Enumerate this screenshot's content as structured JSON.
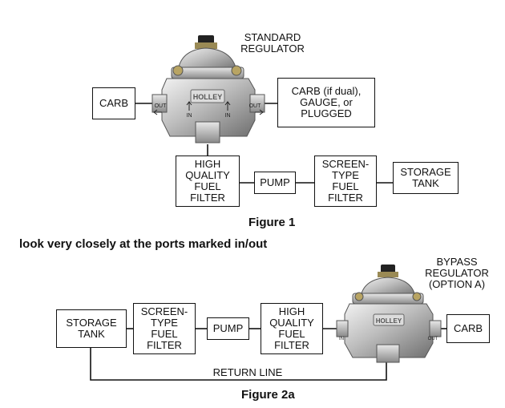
{
  "figure1": {
    "regulator_label": "STANDARD\nREGULATOR",
    "carb": "CARB",
    "carb_dual": "CARB (if dual),\nGAUGE, or\nPLUGGED",
    "filter": "HIGH\nQUALITY\nFUEL\nFILTER",
    "pump": "PUMP",
    "screen_filter": "SCREEN-\nTYPE\nFUEL\nFILTER",
    "storage": "STORAGE\nTANK",
    "port_out": "OUT",
    "port_in": "IN",
    "regulator_brand": "HOLLEY",
    "caption": "Figure 1"
  },
  "note": "look very closely at the ports marked in/out",
  "figure2a": {
    "regulator_label": "BYPASS\nREGULATOR\n(OPTION A)",
    "storage": "STORAGE\nTANK",
    "screen_filter": "SCREEN-\nTYPE\nFUEL\nFILTER",
    "pump": "PUMP",
    "filter": "HIGH\nQUALITY\nFUEL\nFILTER",
    "carb": "CARB",
    "return_line": "RETURN LINE",
    "port_in": "IN",
    "port_out": "OUT",
    "regulator_brand": "HOLLEY",
    "caption": "Figure 2a"
  },
  "colors": {
    "line": "#111111",
    "metal": "#c9c9c9",
    "metal_dark": "#7a7a7a"
  }
}
